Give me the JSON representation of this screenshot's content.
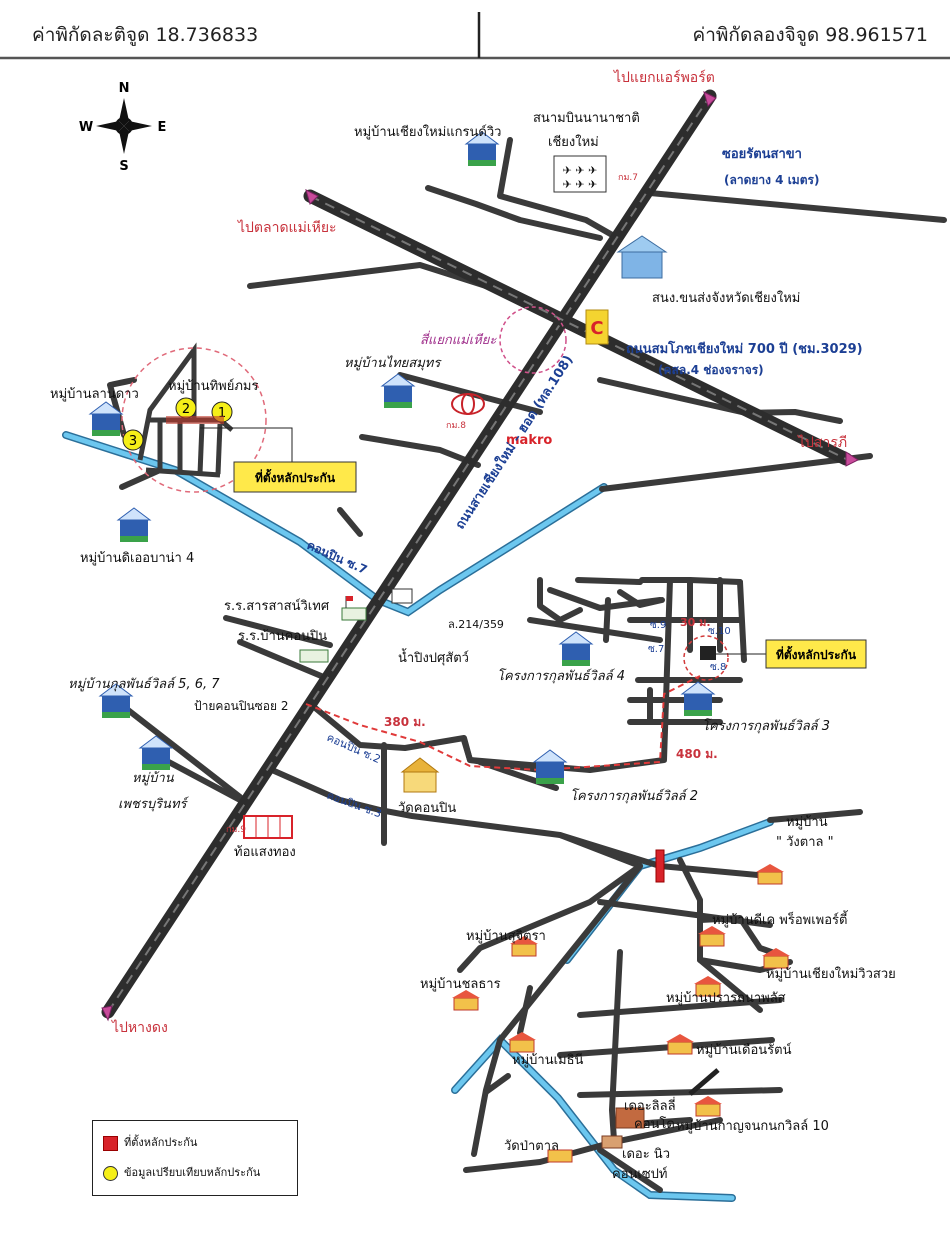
{
  "header": {
    "latitude": "ค่าพิกัดละติจูด 18.736833",
    "longitude": "ค่าพิกัดลองจิจูด 98.961571"
  },
  "compass": {
    "n": "N",
    "s": "S",
    "e": "E",
    "w": "W"
  },
  "directions": {
    "airport": "ไปแยกแอร์พอร์ต",
    "mae_hia_market": "ไปตลาดแม่เหียะ",
    "saraphi": "ไปสารภี",
    "hang_dong": "ไปหางดง"
  },
  "roads": {
    "main_highway": "ถนนสายเชียงใหม่ – ฮอด (ทล.108)",
    "ring_road": "ถนนสมโภชเชียงใหม่ 700 ปี (ชม.3029)",
    "ring_road_sub": "(คสล.4 ช่องจราจร)",
    "soi_rattanasakha": "ซอยรัตนสาขา",
    "soi_rattanasakha_sub": "(ลาดยาง 4 เมตร)",
    "intersection": "สี่แยกแม่เหียะ",
    "khon_pin_7": "คอนปิน ซ.7",
    "khon_pin_2": "คอนปิน ซ.2",
    "khon_pin_3": "คอนปิน ซ.3",
    "soi_9": "ซ.9",
    "soi_7": "ซ.7",
    "soi_8": "ซ.8",
    "soi_10": "ซ.10"
  },
  "km_markers": {
    "km7": "กม.7",
    "km8": "กม.8",
    "km9": "กม.9"
  },
  "distances": {
    "d380": "380 ม.",
    "d480": "480 ม.",
    "d30": "30 ม."
  },
  "places": {
    "airport": "สนามบินนานาชาติ",
    "airport_line2": "เชียงใหม่",
    "grand_view": "หมู่บ้านเชียงใหม่แกรนด์วิว",
    "transport_office": "สนง.ขนส่งจังหวัดเชียงใหม่",
    "thai_samut": "หมู่บ้านไทยสมุทร",
    "makro": "makro",
    "lan_dao": "หมู่บ้านลานดาว",
    "thip_phimon": "หมู่บ้านทิพย์ภมร",
    "di_er_bana": "หมู่บ้านดิเออบาน่า 4",
    "sarasat_school": "ร.ร.สารสาสน์วิเทศ",
    "khon_pin_school": "ร.ร.บ้านคอนปิน",
    "house_no": "ล.214/359",
    "nam_ping": "น้ำปิงปศุสัตว์",
    "kunlaphan_4": "โครงการกุลพันธ์วิลล์ 4",
    "kunlaphan_3": "โครงการกุลพันธ์วิลล์ 3",
    "kunlaphan_2": "โครงการกุลพันธ์วิลล์ 2",
    "kunlaphan_567": "หมู่บ้านกุลพันธ์วิลล์ 5, 6, 7",
    "bus_stop": "ป้ายคอนปินซอย 2",
    "phet_buri_1": "หมู่บ้าน",
    "phet_buri_2": "เพชรบุรินทร์",
    "wat_khon_pin": "วัดคอนปิน",
    "tho_saeng_thong": "ท้อแสงทอง",
    "wang_tan_1": "หมู่บ้าน",
    "wang_tan_2": "\" วังตาล \"",
    "dk_property": "หมู่บ้านดีเค พร็อพเพอร์ตี้",
    "cm_wiw_suay": "หมู่บ้านเชียงใหม่วิวสวย",
    "pratthana": "หมู่บ้านปรารถนาพลัส",
    "suchitra": "หมู่บ้านสุจิตรา",
    "chonlathan": "หมู่บ้านชลธาร",
    "methinee": "หมู่บ้านเมธินี",
    "duen_rat": "หมู่บ้านเดือนรัตน์",
    "lilly_1": "เดอะลิลลี่",
    "lilly_2": "คอนโด",
    "kanchanakanok": "หมู่บ้านกาญจนกนกวิลล์ 10",
    "wat_pa_tan": "วัดป่าตาล",
    "new_concept_1": "เดอะ นิว",
    "new_concept_2": "คอนเซปท์"
  },
  "collateral": {
    "label_1": "ที่ตั้งหลักประกัน",
    "label_2": "ที่ตั้งหลักประกัน",
    "markers": [
      "1",
      "2",
      "3"
    ]
  },
  "legend": {
    "collateral": "ที่ตั้งหลักประกัน",
    "comparison": "ข้อมูลเปรียบเทียบหลักประกัน"
  },
  "colors": {
    "road": "#3a3a3a",
    "river": "#55b8e6",
    "destination": "#c8323c",
    "road_label": "#1c3f94",
    "collateral_red": "#d8232a",
    "comparison_yellow": "#f5ef18",
    "callout_bg": "#ffe94a",
    "intersection_magenta": "#a0308c"
  }
}
